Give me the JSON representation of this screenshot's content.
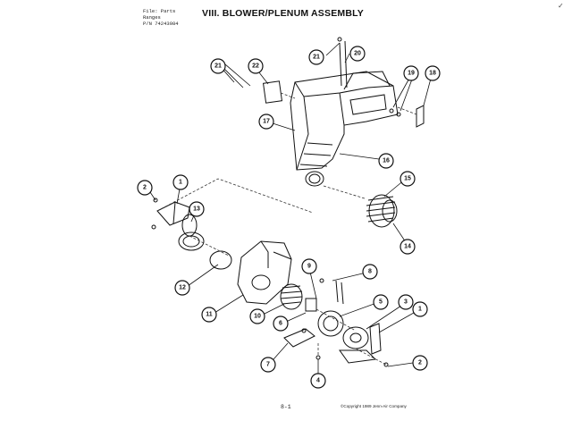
{
  "header": {
    "file_lines": [
      "File: Parts",
      "Ranges",
      "P/N 74243984"
    ],
    "title": "VIII. BLOWER/PLENUM ASSEMBLY"
  },
  "footer": {
    "page_number": "8-1",
    "copyright": "©Copyright 1989 Jenn-Air Company"
  },
  "corner_mark": "✓",
  "callouts": [
    "21",
    "20",
    "21",
    "22",
    "19",
    "18",
    "17",
    "16",
    "2",
    "1",
    "13",
    "15",
    "14",
    "9",
    "8",
    "12",
    "11",
    "10",
    "6",
    "5",
    "3",
    "1",
    "7",
    "2",
    "4"
  ]
}
